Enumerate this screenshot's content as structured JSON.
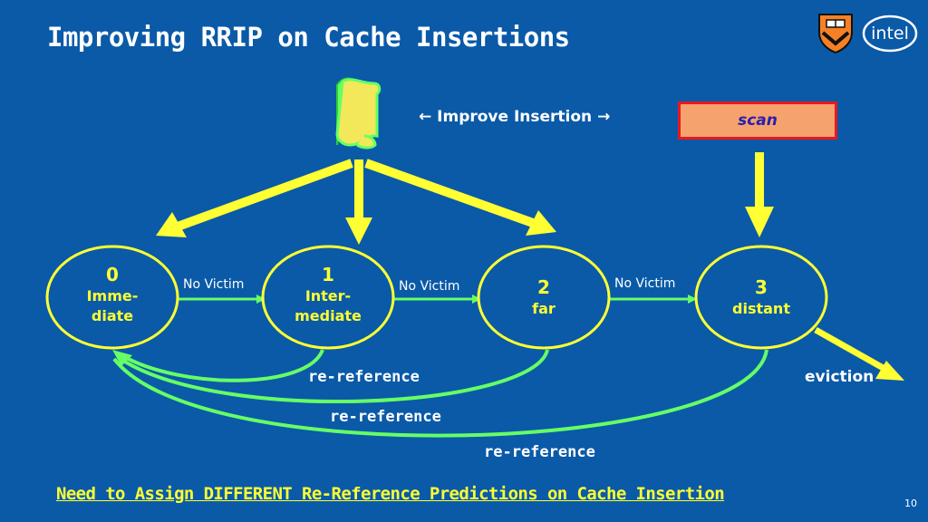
{
  "slide": {
    "title": "Improving RRIP on Cache Insertions",
    "improve_label": "← Improve Insertion →",
    "scan_label": "scan",
    "eviction_label": "eviction",
    "footer": "Need to Assign DIFFERENT Re-Reference Predictions on Cache Insertion",
    "page_number": "10",
    "logo_text": "intel"
  },
  "states": [
    {
      "num": "0",
      "label_1": "Imme-",
      "label_2": "diate"
    },
    {
      "num": "1",
      "label_1": "Inter-",
      "label_2": "mediate"
    },
    {
      "num": "2",
      "label_1": "far"
    },
    {
      "num": "3",
      "label_1": "distant"
    }
  ],
  "transitions": {
    "no_victim": [
      "No Victim",
      "No Victim",
      "No Victim"
    ],
    "re_reference": [
      "re-reference",
      "re-reference",
      "re-reference"
    ]
  },
  "colors": {
    "background": "#0a5aa8",
    "state_fill": "#0a5aa8",
    "state_stroke": "#ffff33",
    "arrow_yellow": "#ffff33",
    "arrow_green": "#66ff66",
    "scan_fill": "#f6a26e",
    "scan_border": "#e8181f"
  },
  "icons": [
    "princeton-shield-icon",
    "intel-logo-icon",
    "scroll-icon"
  ]
}
